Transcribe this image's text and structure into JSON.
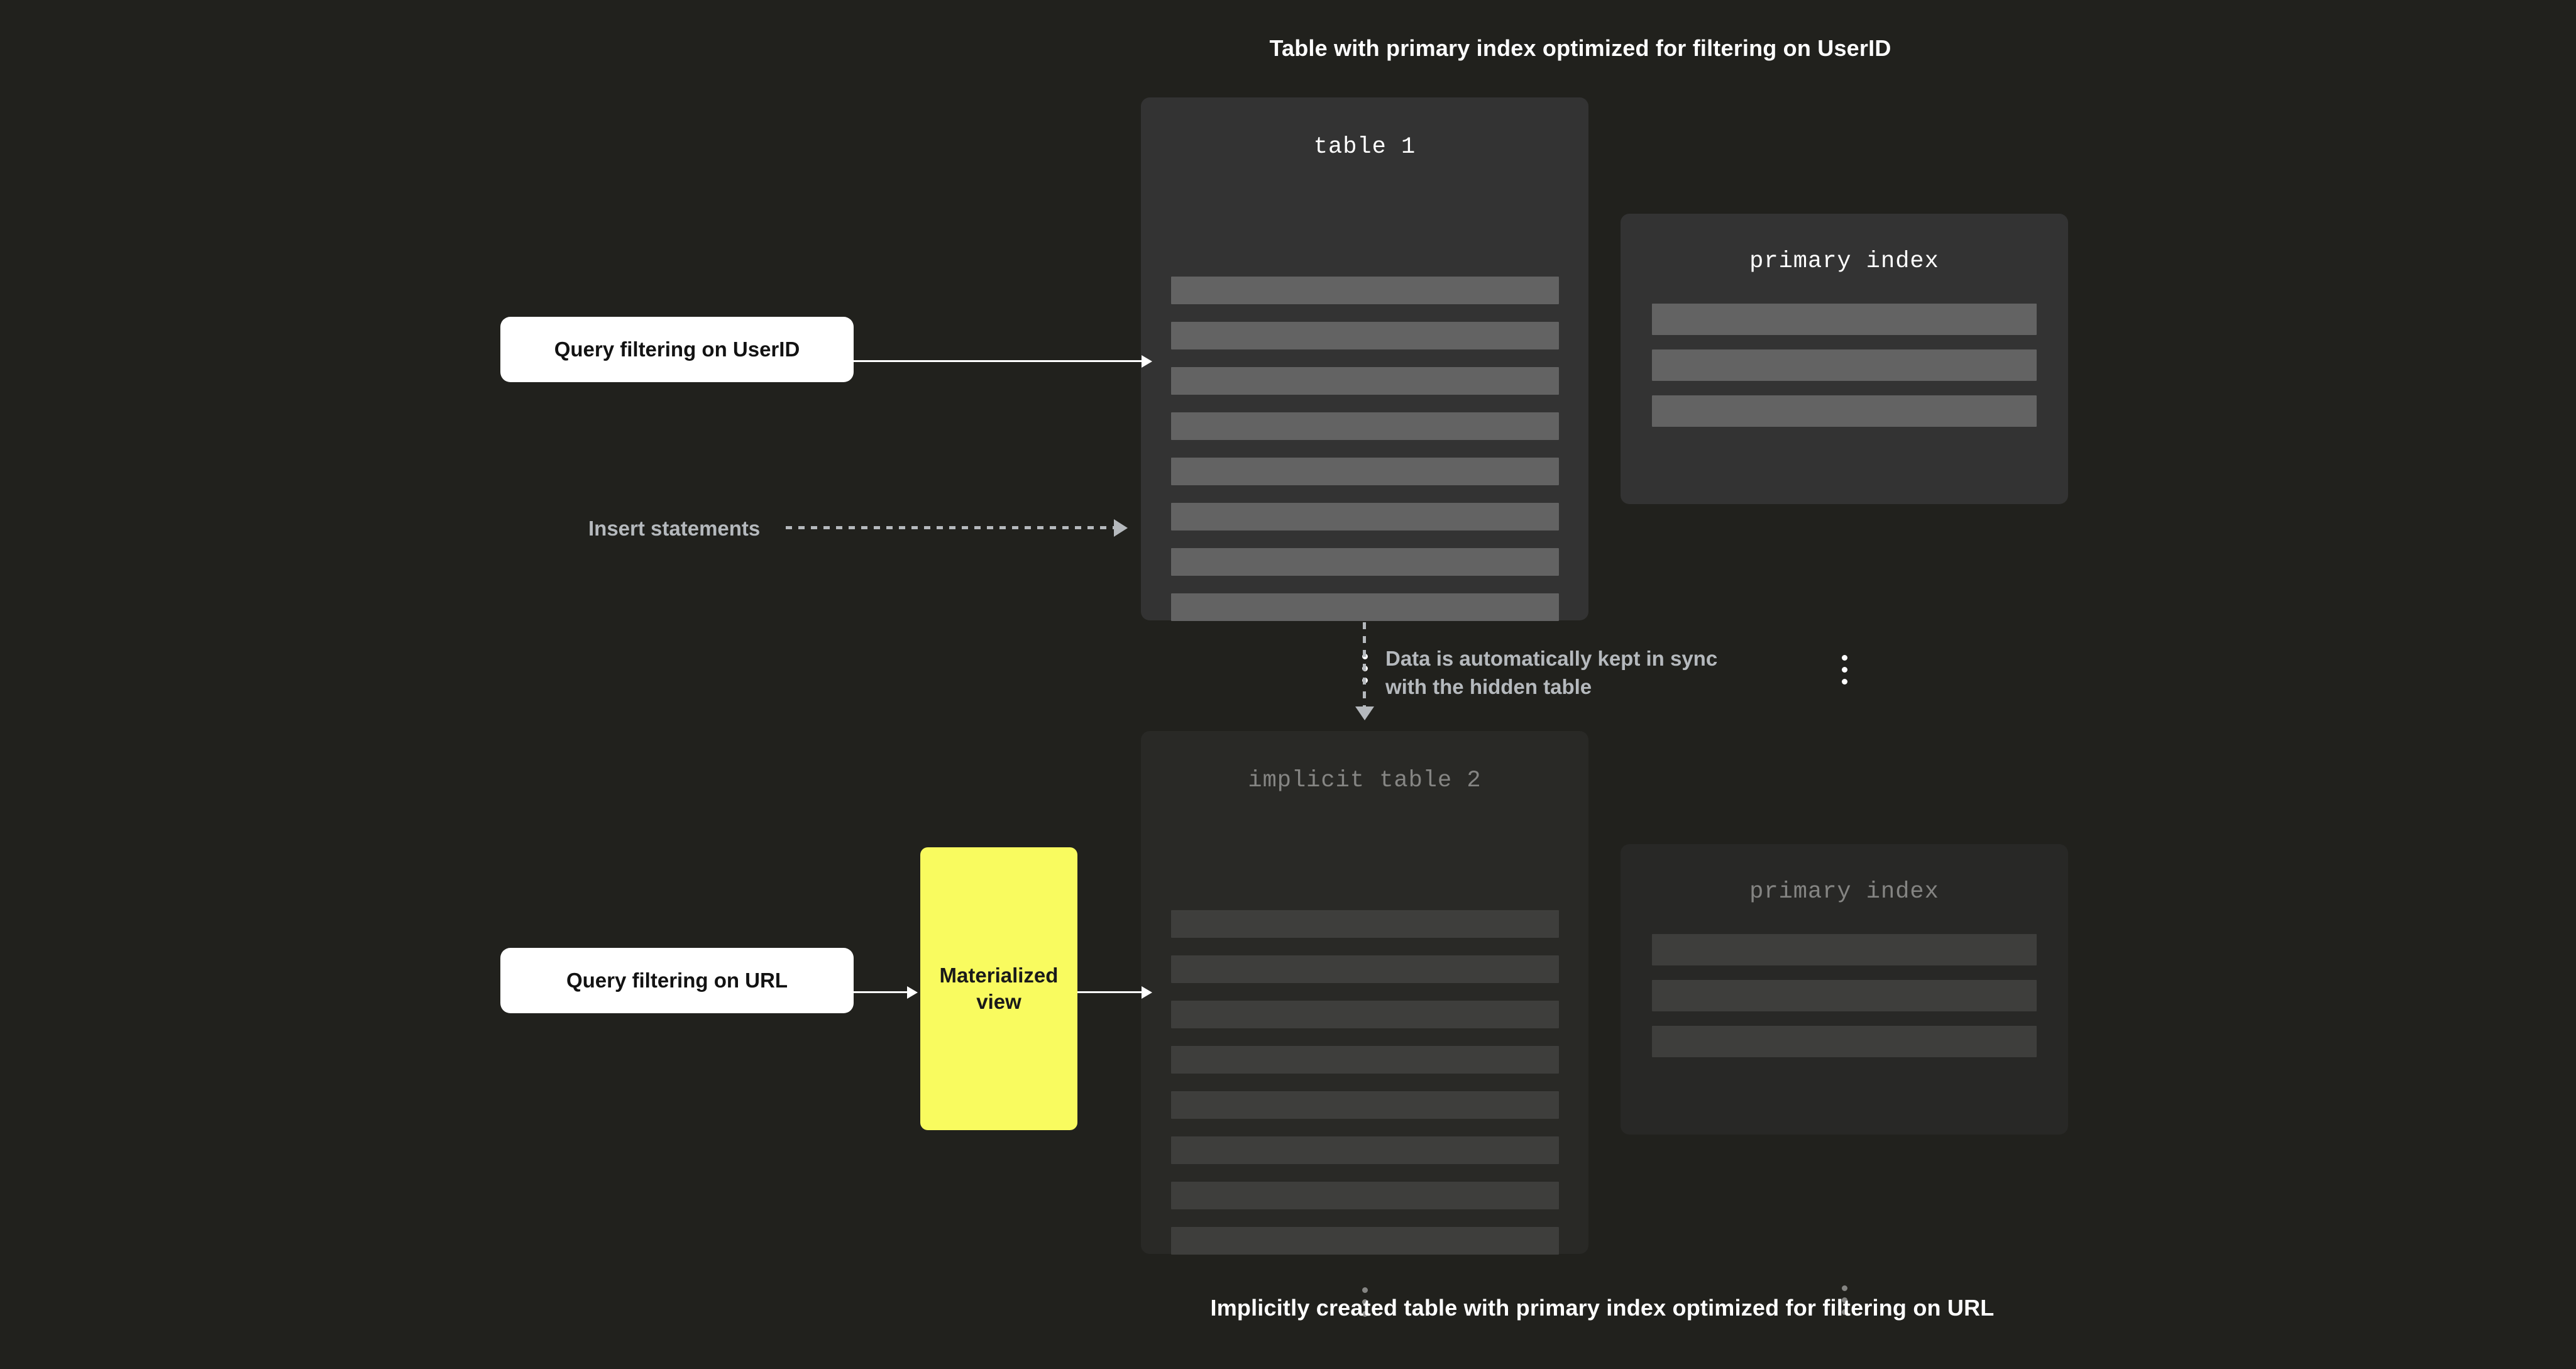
{
  "captions": {
    "top": "Table with primary index optimized for filtering on UserID",
    "bottom": "Implicitly created table with primary index optimized for filtering on URL"
  },
  "panels": {
    "table1": {
      "title": "table 1",
      "row_count": 8,
      "ellipsis": "vertical-ellipsis"
    },
    "index_top": {
      "title": "primary index",
      "row_count": 3,
      "ellipsis": "vertical-ellipsis"
    },
    "table2": {
      "title": "implicit table 2",
      "row_count": 8,
      "ellipsis": "vertical-ellipsis"
    },
    "index_bottom": {
      "title": "primary index",
      "row_count": 3,
      "ellipsis": "vertical-ellipsis"
    }
  },
  "nodes": {
    "query_userid": "Query filtering on UserID",
    "query_url": "Query filtering on URL",
    "materialized_view": "Materialized view"
  },
  "connectors": {
    "insert_label": "Insert statements",
    "sync_label": "Data is automatically kept in sync\nwith the hidden table"
  },
  "colors": {
    "background": "#21211d",
    "panel": "#333333",
    "row": "#636363",
    "accent_yellow": "#f9fb5f",
    "query_box": "#ffffff",
    "muted_text": "#b5b9bd",
    "arrow": "#ffffff"
  }
}
